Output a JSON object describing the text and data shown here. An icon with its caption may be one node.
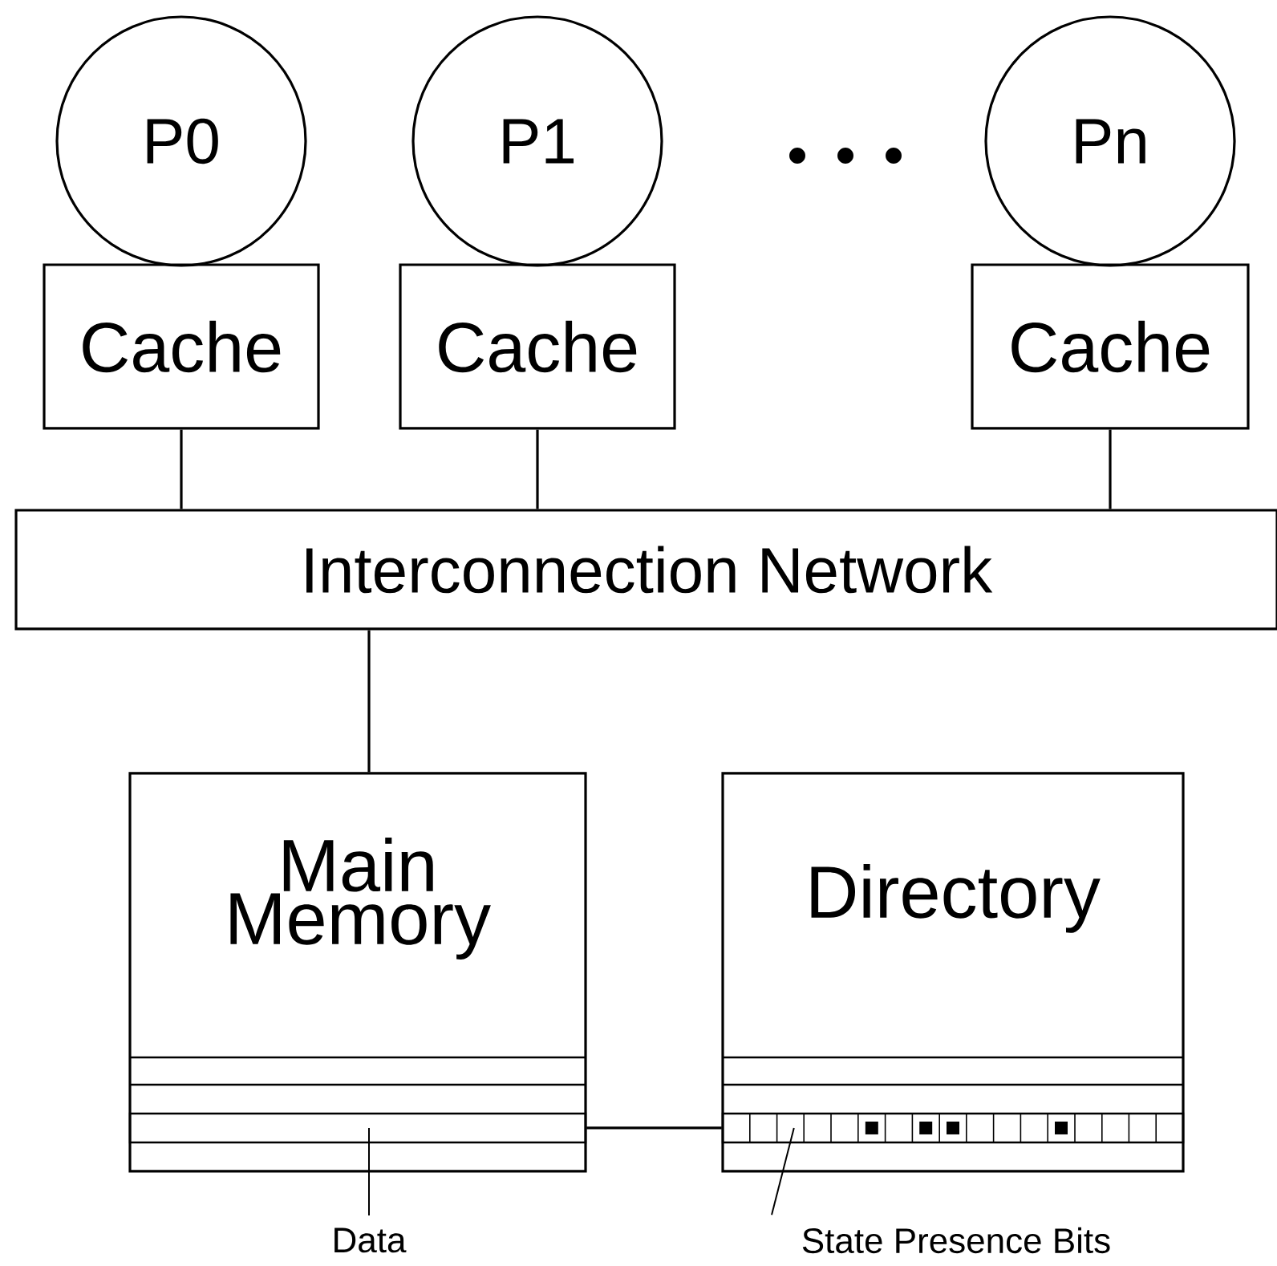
{
  "diagram": {
    "nodes": [
      {
        "text": [
          "P0"
        ]
      },
      {
        "text": [
          "P1"
        ]
      },
      {
        "text": [
          "Pn"
        ]
      },
      {
        "text": [
          "Cache"
        ]
      },
      {
        "text": [
          "Cache"
        ]
      },
      {
        "text": [
          "Cache"
        ]
      },
      {
        "text": [
          "Interconnection Network"
        ]
      },
      {
        "text": [
          "Main Memory"
        ]
      },
      {
        "text": [
          "Directory"
        ]
      },
      {
        "text": [
          "Data"
        ]
      },
      {
        "text": [
          "State Presence Bits"
        ]
      },
      {
        "text": [],
        "shape": "box",
        "in": 7
      },
      {
        "text": [],
        "shape": "box",
        "in": 8
      }
    ],
    "edges": [
      {
        "from": 3,
        "to": 6,
        "arrow": "none"
      },
      {
        "from": 4,
        "to": 6,
        "arrow": "none"
      },
      {
        "from": 5,
        "to": 6,
        "arrow": "none"
      },
      {
        "from": 6,
        "to": 7,
        "arrow": "none"
      },
      {
        "from": 11,
        "to": 12,
        "arrow": "none"
      },
      {
        "from": 9,
        "to": 11,
        "arrow": "none"
      },
      {
        "from": 10,
        "to": 12,
        "arrow": "none"
      }
    ]
  }
}
